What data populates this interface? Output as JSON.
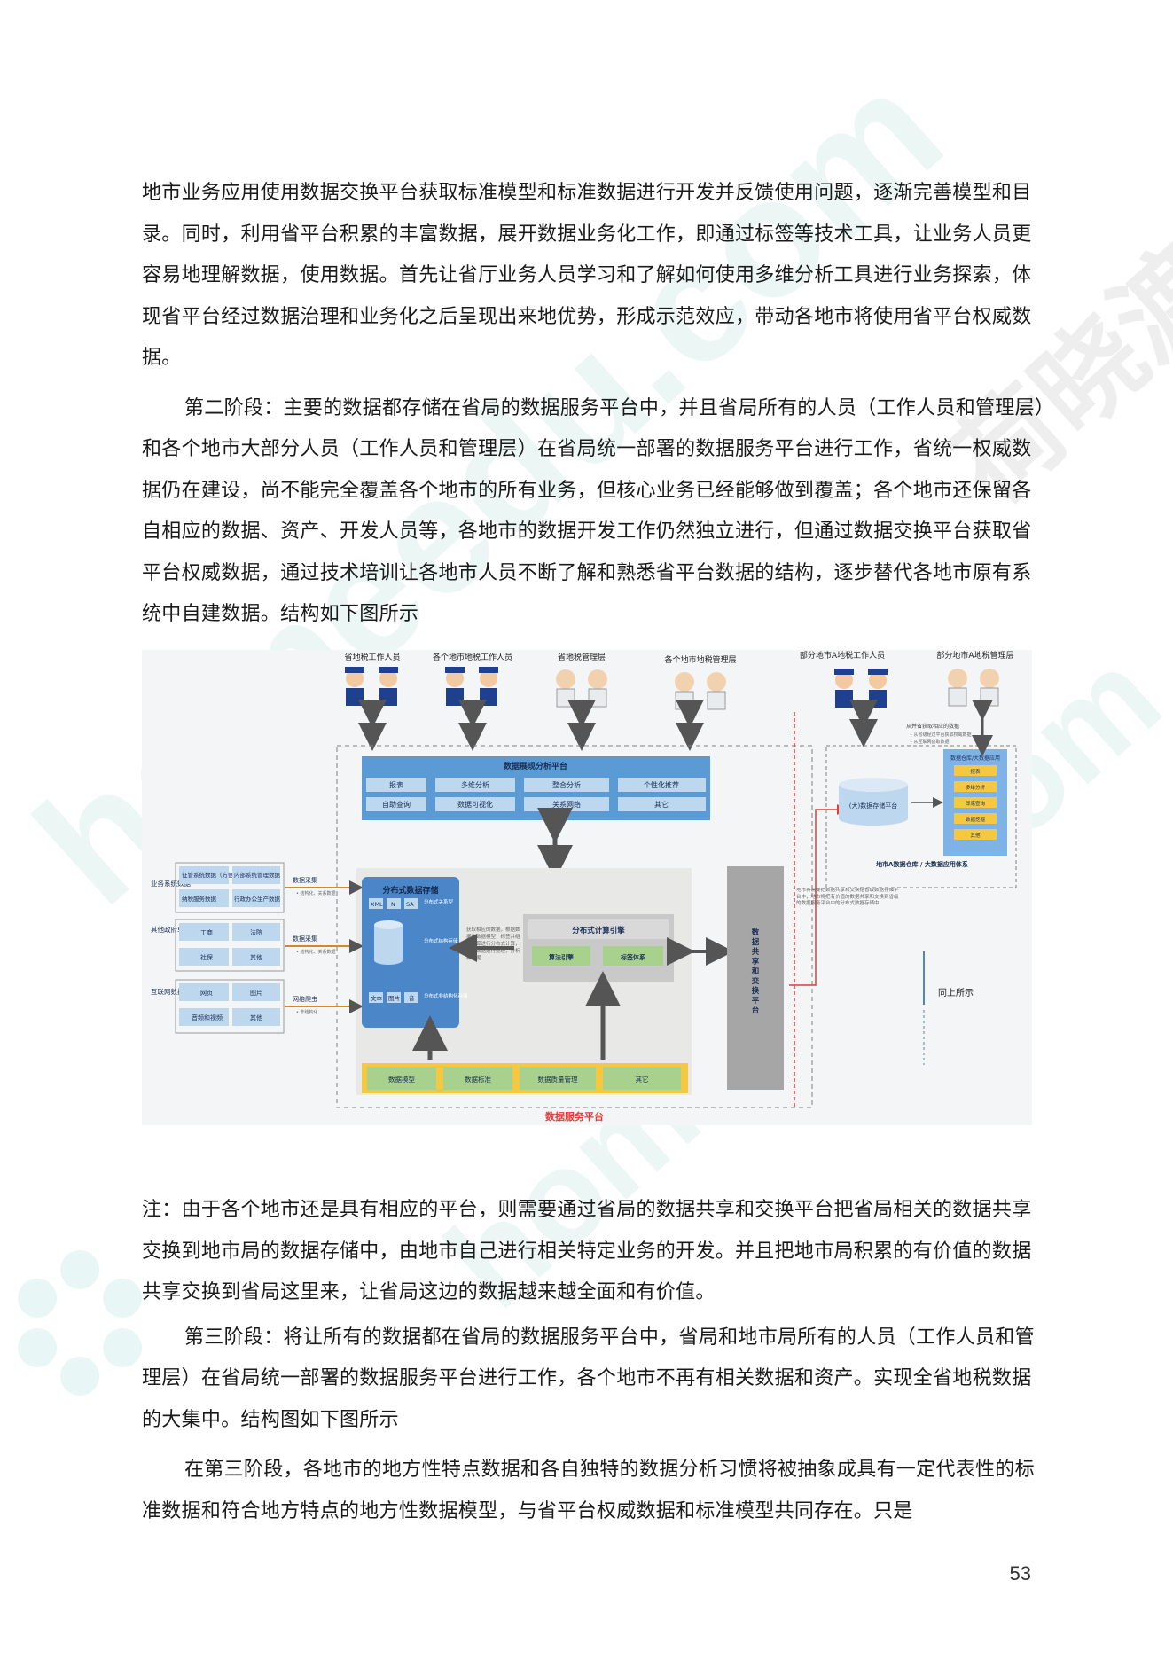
{
  "watermarks": [
    "homeedu.com",
    "homeedu.com",
    "荷晓渡"
  ],
  "paragraphs_top": [
    "地市业务应用使用数据交换平台获取标准模型和标准数据进行开发并反馈使用问题，逐渐完善模型和目录。同时，利用省平台积累的丰富数据，展开数据业务化工作，即通过标签等技术工具，让业务人员更容易地理解数据，使用数据。首先让省厅业务人员学习和了解如何使用多维分析工具进行业务探索，体现省平台经过数据治理和业务化之后呈现出来地优势，形成示范效应，带动各地市将使用省平台权威数据。",
    "第二阶段：主要的数据都存储在省局的数据服务平台中，并且省局所有的人员（工作人员和管理层）和各个地市大部分人员（工作人员和管理层）在省局统一部署的数据服务平台进行工作，省统一权威数据仍在建设，尚不能完全覆盖各个地市的所有业务，但核心业务已经能够做到覆盖；各个地市还保留各自相应的数据、资产、开发人员等，各地市的数据开发工作仍然独立进行，但通过数据交换平台获取省平台权威数据，通过技术培训让各地市人员不断了解和熟悉省平台数据的结构，逐步替代各地市原有系统中自建数据。结构如下图所示"
  ],
  "figure": {
    "people_groups": [
      "省地税工作人员",
      "各个地市地税工作人员",
      "省地税管理层",
      "各个地市地税管理层",
      "部分地市A地税工作人员",
      "部分地市A地税管理层"
    ],
    "analysis_platform": {
      "title": "数据展现分析平台",
      "row1": [
        "报表",
        "多维分析",
        "整合分析",
        "个性化推荐"
      ],
      "row2": [
        "自助查询",
        "数据可视化",
        "关系网络",
        "其它"
      ]
    },
    "left_sources": {
      "group1": {
        "label": "业务系统数据",
        "items": [
          "征管系统数据（方便存储编号数据）",
          "内部系统管理数据",
          "纳税服务数据",
          "行政办公生产数据"
        ]
      },
      "group2": {
        "label": "其他政府单位的交换数据",
        "items": [
          "工商",
          "法院",
          "社保",
          "其他"
        ]
      },
      "group3": {
        "label": "互联网数据",
        "items": [
          "网页",
          "图片",
          "音频和视频",
          "其他"
        ]
      },
      "arrow_labels": [
        "数据采集",
        "数据采集",
        "网络爬虫"
      ],
      "arrow_notes": [
        "• 结构化、关系数据",
        "• 结构化、关系数据",
        "• 非结构化"
      ]
    },
    "storage": {
      "title": "分布式数据存储",
      "items": [
        "XML",
        "N",
        "SA",
        "分布式关系型",
        "分布式结构存储",
        "文本",
        "图片",
        "音",
        "分布式非结构化存储"
      ]
    },
    "compute": {
      "title": "分布式计算引擎",
      "items": [
        "算法引擎",
        "标签体系"
      ],
      "note": "获取相应的数据，根据数据的数据模型，标签并组合计算进行分布式计算，以对数据进行处理，分析和挖掘"
    },
    "governance": [
      "数据模型",
      "数据标准",
      "数据质量管理",
      "其它"
    ],
    "exchange": "数据共享和交换平台",
    "service_platform_label": "数据服务平台",
    "city": {
      "storage_platform": "(大)数据存储平台",
      "warehouse_title": "数据仓库/大数据应用",
      "warehouse_items": [
        "报表",
        "多维分析",
        "即席查询",
        "数据挖掘",
        "其他"
      ],
      "get_data": "从并省获取相应的数据",
      "get_notes": [
        "• 从省级经过平台获取权威数据",
        "• 从互联网获取数据"
      ],
      "footer": "地市A数据仓库 / 大数据应用体系",
      "share_note": "地市将需要把数据共享和交换给省级数据存储平台中，地市将把有价值的数据共享和交换到省级的数据服务平台中的分布式数据存储中",
      "same_as": "同上所示"
    }
  },
  "paragraphs_bottom": [
    "注：由于各个地市还是具有相应的平台，则需要通过省局的数据共享和交换平台把省局相关的数据共享交换到地市局的数据存储中，由地市自己进行相关特定业务的开发。并且把地市局积累的有价值的数据共享交换到省局这里来，让省局这边的数据越来越全面和有价值。",
    "第三阶段：将让所有的数据都在省局的数据服务平台中，省局和地市局所有的人员（工作人员和管理层）在省局统一部署的数据服务平台进行工作，各个地市不再有相关数据和资产。实现全省地税数据的大集中。结构图如下图所示",
    "在第三阶段，各地市的地方性特点数据和各自独特的数据分析习惯将被抽象成具有一定代表性的标准数据和符合地方特点的地方性数据模型，与省平台权威数据和标准模型共同存在。只是"
  ],
  "page_number": "53",
  "colors": {
    "blue_panel": "#5b9bd5",
    "accent_blue": "#4a86c8",
    "red_dash": "#e03c3c",
    "governance_yellow": "#f5c842",
    "exchange_gray": "#a6a6a6"
  }
}
